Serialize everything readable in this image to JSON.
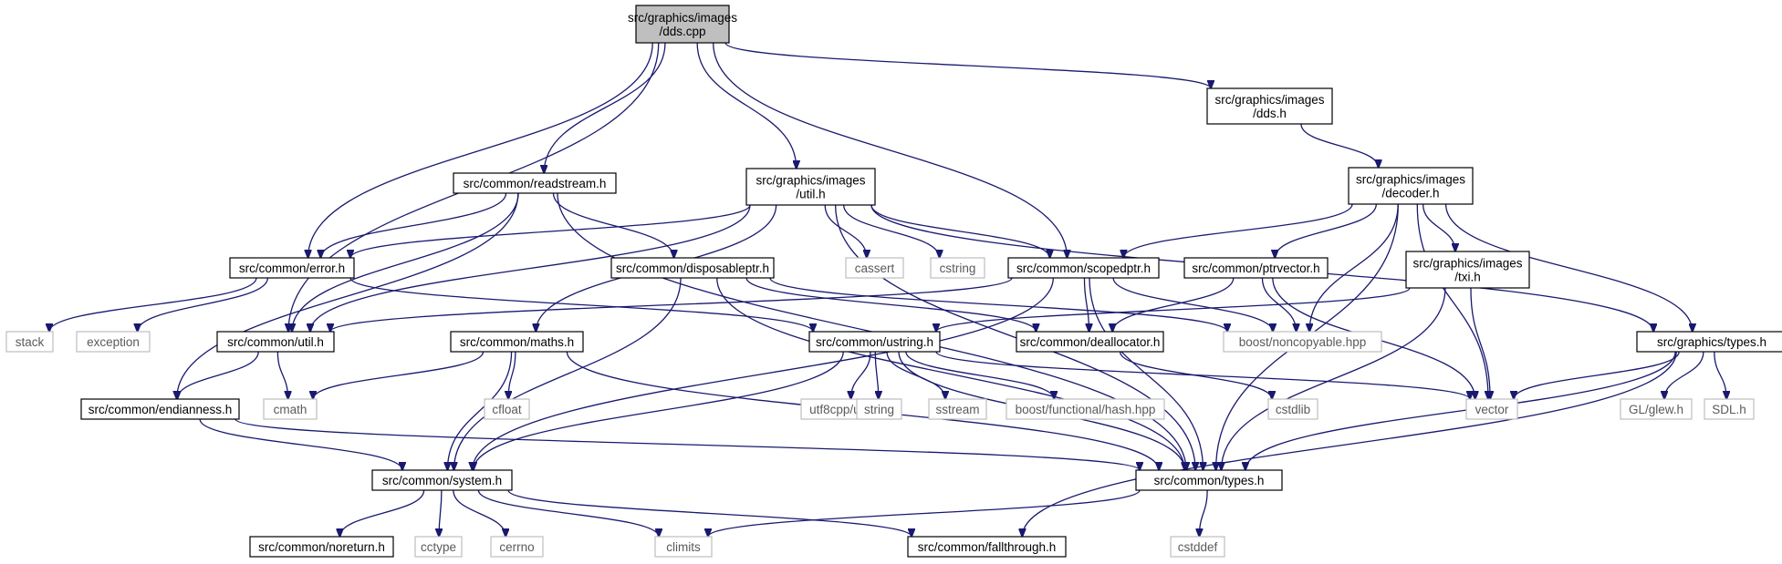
{
  "diagram": {
    "nodes": [
      {
        "id": "dds_cpp",
        "lines": [
          "src/graphics/images",
          "/dds.cpp"
        ],
        "style": "root"
      },
      {
        "id": "dds_h",
        "lines": [
          "src/graphics/images",
          "/dds.h"
        ],
        "style": "local"
      },
      {
        "id": "readstream",
        "lines": [
          "src/common/readstream.h"
        ],
        "style": "local"
      },
      {
        "id": "gutil",
        "lines": [
          "src/graphics/images",
          "/util.h"
        ],
        "style": "local"
      },
      {
        "id": "decoder",
        "lines": [
          "src/graphics/images",
          "/decoder.h"
        ],
        "style": "local"
      },
      {
        "id": "error",
        "lines": [
          "src/common/error.h"
        ],
        "style": "local"
      },
      {
        "id": "disposable",
        "lines": [
          "src/common/disposableptr.h"
        ],
        "style": "local"
      },
      {
        "id": "cassert",
        "lines": [
          "cassert"
        ],
        "style": "system"
      },
      {
        "id": "cstring",
        "lines": [
          "cstring"
        ],
        "style": "system"
      },
      {
        "id": "scopedptr",
        "lines": [
          "src/common/scopedptr.h"
        ],
        "style": "local"
      },
      {
        "id": "ptrvector",
        "lines": [
          "src/common/ptrvector.h"
        ],
        "style": "local"
      },
      {
        "id": "txi",
        "lines": [
          "src/graphics/images",
          "/txi.h"
        ],
        "style": "local"
      },
      {
        "id": "stack",
        "lines": [
          "stack"
        ],
        "style": "system"
      },
      {
        "id": "exception",
        "lines": [
          "exception"
        ],
        "style": "system"
      },
      {
        "id": "cutil",
        "lines": [
          "src/common/util.h"
        ],
        "style": "local"
      },
      {
        "id": "maths",
        "lines": [
          "src/common/maths.h"
        ],
        "style": "local"
      },
      {
        "id": "ustring",
        "lines": [
          "src/common/ustring.h"
        ],
        "style": "local"
      },
      {
        "id": "deallocator",
        "lines": [
          "src/common/deallocator.h"
        ],
        "style": "local"
      },
      {
        "id": "noncopyable",
        "lines": [
          "boost/noncopyable.hpp"
        ],
        "style": "system"
      },
      {
        "id": "gtypes",
        "lines": [
          "src/graphics/types.h"
        ],
        "style": "local"
      },
      {
        "id": "endianness",
        "lines": [
          "src/common/endianness.h"
        ],
        "style": "local"
      },
      {
        "id": "cmath",
        "lines": [
          "cmath"
        ],
        "style": "system"
      },
      {
        "id": "cfloat",
        "lines": [
          "cfloat"
        ],
        "style": "system"
      },
      {
        "id": "utf8",
        "lines": [
          "utf8cpp/utf8.h"
        ],
        "style": "system"
      },
      {
        "id": "string",
        "lines": [
          "string"
        ],
        "style": "system"
      },
      {
        "id": "sstream",
        "lines": [
          "sstream"
        ],
        "style": "system"
      },
      {
        "id": "hash",
        "lines": [
          "boost/functional/hash.hpp"
        ],
        "style": "system"
      },
      {
        "id": "cstdlib",
        "lines": [
          "cstdlib"
        ],
        "style": "system"
      },
      {
        "id": "vector",
        "lines": [
          "vector"
        ],
        "style": "system"
      },
      {
        "id": "glew",
        "lines": [
          "GL/glew.h"
        ],
        "style": "system"
      },
      {
        "id": "sdl",
        "lines": [
          "SDL.h"
        ],
        "style": "system"
      },
      {
        "id": "system",
        "lines": [
          "src/common/system.h"
        ],
        "style": "local"
      },
      {
        "id": "ctypes",
        "lines": [
          "src/common/types.h"
        ],
        "style": "local"
      },
      {
        "id": "noreturn",
        "lines": [
          "src/common/noreturn.h"
        ],
        "style": "local"
      },
      {
        "id": "cctype",
        "lines": [
          "cctype"
        ],
        "style": "system"
      },
      {
        "id": "cerrno",
        "lines": [
          "cerrno"
        ],
        "style": "system"
      },
      {
        "id": "climits",
        "lines": [
          "climits"
        ],
        "style": "system"
      },
      {
        "id": "fallthrough",
        "lines": [
          "src/common/fallthrough.h"
        ],
        "style": "local"
      },
      {
        "id": "cstddef",
        "lines": [
          "cstddef"
        ],
        "style": "system"
      }
    ],
    "edges": [
      [
        "dds_cpp",
        "dds_h"
      ],
      [
        "dds_cpp",
        "readstream"
      ],
      [
        "dds_cpp",
        "gutil"
      ],
      [
        "dds_cpp",
        "error"
      ],
      [
        "dds_cpp",
        "scopedptr"
      ],
      [
        "dds_cpp",
        "cutil"
      ],
      [
        "dds_h",
        "decoder"
      ],
      [
        "readstream",
        "error"
      ],
      [
        "readstream",
        "disposable"
      ],
      [
        "readstream",
        "cutil"
      ],
      [
        "readstream",
        "endianness"
      ],
      [
        "readstream",
        "ctypes"
      ],
      [
        "gutil",
        "error"
      ],
      [
        "gutil",
        "cassert"
      ],
      [
        "gutil",
        "cstring"
      ],
      [
        "gutil",
        "scopedptr"
      ],
      [
        "gutil",
        "cutil"
      ],
      [
        "gutil",
        "maths"
      ],
      [
        "gutil",
        "gtypes"
      ],
      [
        "gutil",
        "ctypes"
      ],
      [
        "decoder",
        "scopedptr"
      ],
      [
        "decoder",
        "ptrvector"
      ],
      [
        "decoder",
        "txi"
      ],
      [
        "decoder",
        "noncopyable"
      ],
      [
        "decoder",
        "vector"
      ],
      [
        "decoder",
        "gtypes"
      ],
      [
        "decoder",
        "ctypes"
      ],
      [
        "error",
        "stack"
      ],
      [
        "error",
        "exception"
      ],
      [
        "error",
        "ustring"
      ],
      [
        "disposable",
        "system"
      ],
      [
        "disposable",
        "deallocator"
      ],
      [
        "disposable",
        "noncopyable"
      ],
      [
        "disposable",
        "ctypes"
      ],
      [
        "scopedptr",
        "system"
      ],
      [
        "scopedptr",
        "cutil"
      ],
      [
        "scopedptr",
        "deallocator"
      ],
      [
        "scopedptr",
        "noncopyable"
      ],
      [
        "scopedptr",
        "ctypes"
      ],
      [
        "ptrvector",
        "deallocator"
      ],
      [
        "ptrvector",
        "noncopyable"
      ],
      [
        "ptrvector",
        "vector"
      ],
      [
        "txi",
        "ustring"
      ],
      [
        "txi",
        "vector"
      ],
      [
        "txi",
        "ctypes"
      ],
      [
        "cutil",
        "endianness"
      ],
      [
        "cutil",
        "cmath"
      ],
      [
        "maths",
        "cmath"
      ],
      [
        "maths",
        "cfloat"
      ],
      [
        "maths",
        "system"
      ],
      [
        "maths",
        "ctypes"
      ],
      [
        "ustring",
        "utf8"
      ],
      [
        "ustring",
        "string"
      ],
      [
        "ustring",
        "sstream"
      ],
      [
        "ustring",
        "hash"
      ],
      [
        "ustring",
        "vector"
      ],
      [
        "ustring",
        "system"
      ],
      [
        "ustring",
        "ctypes"
      ],
      [
        "deallocator",
        "cstdlib"
      ],
      [
        "gtypes",
        "glew"
      ],
      [
        "gtypes",
        "sdl"
      ],
      [
        "gtypes",
        "vector"
      ],
      [
        "gtypes",
        "ctypes"
      ],
      [
        "gtypes",
        "fallthrough"
      ],
      [
        "endianness",
        "system"
      ],
      [
        "endianness",
        "ctypes"
      ],
      [
        "system",
        "noreturn"
      ],
      [
        "system",
        "cctype"
      ],
      [
        "system",
        "cerrno"
      ],
      [
        "system",
        "climits"
      ],
      [
        "system",
        "fallthrough"
      ],
      [
        "ctypes",
        "climits"
      ],
      [
        "ctypes",
        "cstddef"
      ]
    ],
    "colors": {
      "edge": "#191970",
      "root_fill": "#bfbfbf",
      "local_border": "#000000",
      "system_border": "#bfbfbf",
      "system_text": "#5a5a5a"
    }
  }
}
